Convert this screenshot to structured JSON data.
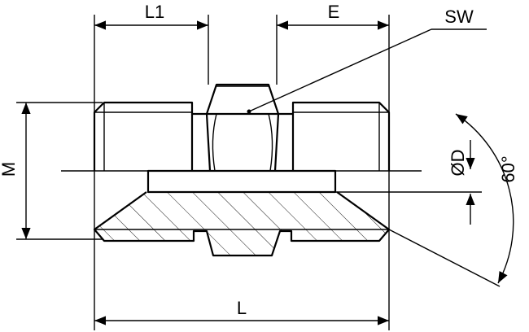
{
  "labels": {
    "l1": "L1",
    "e": "E",
    "sw": "SW",
    "m": "M",
    "d": "ØD",
    "angle": "60°",
    "l": "L"
  },
  "colors": {
    "line": "#000000",
    "background": "#ffffff"
  }
}
